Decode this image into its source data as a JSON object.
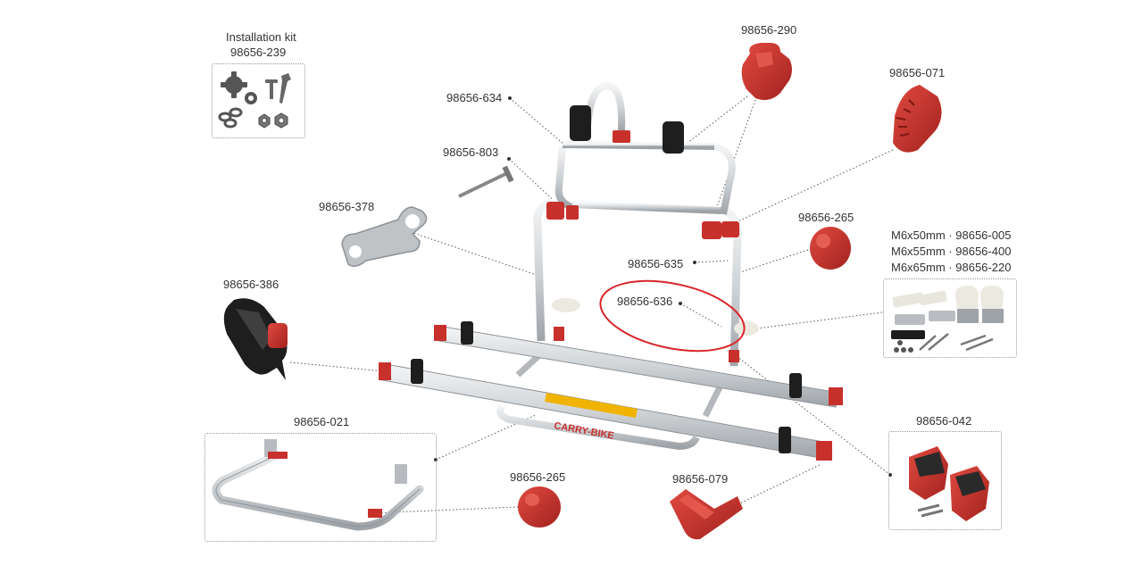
{
  "colors": {
    "part_red": "#c8302c",
    "part_dark_red": "#8e1c1a",
    "aluminium": "#d6d9dc",
    "aluminium_dark": "#9ea3a8",
    "rubber": "#1c1c1c",
    "leader_line": "#555555",
    "highlight_ring": "#d9262a",
    "sticker": "#f0b400"
  },
  "kit": {
    "title": "Installation kit",
    "code": "98656-239"
  },
  "labels": {
    "p290": "98656-290",
    "p071": "98656-071",
    "p634": "98656-634",
    "p803": "98656-803",
    "p378": "98656-378",
    "p265a": "98656-265",
    "p635": "98656-635",
    "p636": "98656-636",
    "p386": "98656-386",
    "p021": "98656-021",
    "p265b": "98656-265",
    "p079": "98656-079",
    "p042": "98656-042"
  },
  "screws": [
    {
      "size": "M6x50mm",
      "code": "98656-005"
    },
    {
      "size": "M6x55mm",
      "code": "98656-400"
    },
    {
      "size": "M6x65mm",
      "code": "98656-220"
    }
  ],
  "product": {
    "brand_text": "CARRY-BIKE"
  },
  "highlight": {
    "part": "98656-636"
  },
  "icons": [
    "gear-icon",
    "screw-icon",
    "chain-link-icon",
    "nut-icon",
    "knob-icon",
    "strap-icon",
    "end-cap-icon",
    "bike-rack-icon"
  ]
}
